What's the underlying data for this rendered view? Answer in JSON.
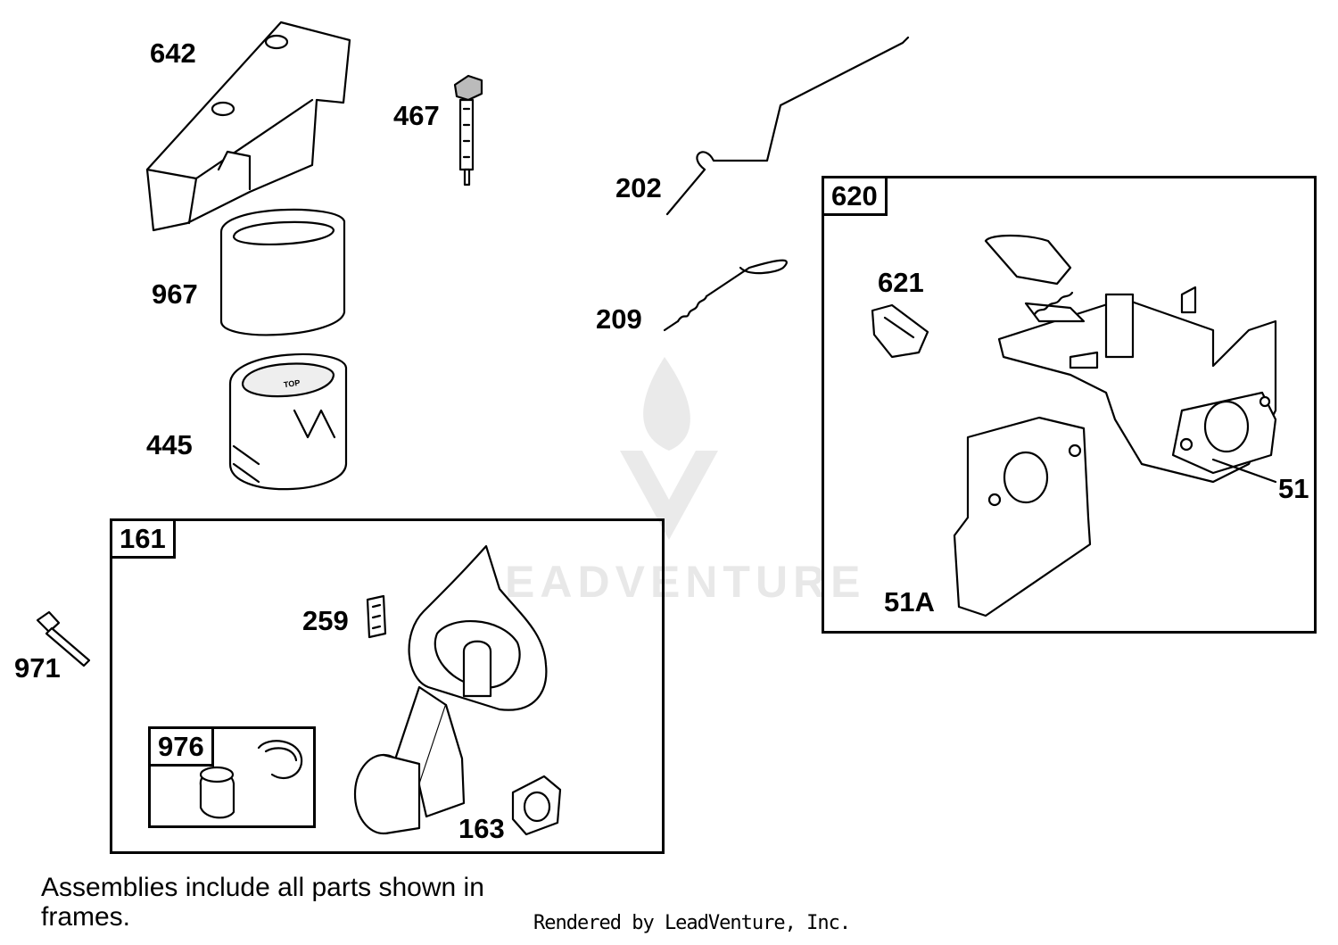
{
  "labels": {
    "p642": "642",
    "p467": "467",
    "p202": "202",
    "p967": "967",
    "p209": "209",
    "p445": "445",
    "p621": "621",
    "p51": "51",
    "p51A": "51A",
    "p259": "259",
    "p971": "971",
    "p163": "163"
  },
  "frames": {
    "f161": "161",
    "f620": "620",
    "f976": "976"
  },
  "footnote": "Assemblies include all parts shown in frames.",
  "credit": "Rendered by LeadVenture, Inc.",
  "watermark": "LEADVENTURE",
  "filter_text": "TOP"
}
